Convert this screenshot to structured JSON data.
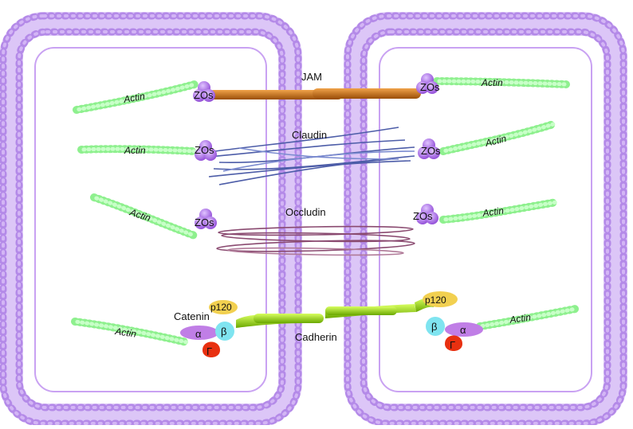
{
  "labels": {
    "jam": "JAM",
    "claudin": "Claudin",
    "occludin": "Occludin",
    "cadherin": "Cadherin",
    "catenin": "Catenin",
    "zos": "ZOs",
    "actin": "Actin",
    "p120": "p120",
    "alpha": "α",
    "beta": "β",
    "gamma": "Γ"
  },
  "colors": {
    "membrane_outer": "#c9a2f2",
    "membrane_inner": "#b98bec",
    "actin": "#8ef08e",
    "zos": "#a55fe0",
    "jam": "#c66a10",
    "claudin": "#4d5da8",
    "occludin": "#8a4a70",
    "cadherin": "#8fd400",
    "p120": "#f2d050",
    "alpha": "#c07ee6",
    "beta": "#7fe4f0",
    "gamma": "#e83010"
  }
}
